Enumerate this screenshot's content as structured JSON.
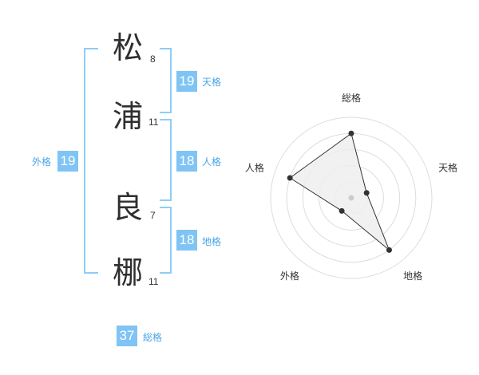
{
  "name": {
    "chars": [
      {
        "char": "松",
        "strokes": "8"
      },
      {
        "char": "浦",
        "strokes": "11"
      },
      {
        "char": "良",
        "strokes": "7"
      },
      {
        "char": "梛",
        "strokes": "11"
      }
    ]
  },
  "kaku": {
    "tenkaku": {
      "label": "天格",
      "value": "19"
    },
    "jinkaku": {
      "label": "人格",
      "value": "18"
    },
    "chikaku": {
      "label": "地格",
      "value": "18"
    },
    "gaikaku": {
      "label": "外格",
      "value": "19"
    },
    "soukaku": {
      "label": "総格",
      "value": "37"
    }
  },
  "chart_data": {
    "type": "radar",
    "axes": [
      "総格",
      "天格",
      "地格",
      "外格",
      "人格"
    ],
    "values": [
      4,
      1,
      4,
      1,
      4
    ],
    "rmax": 5,
    "rings": 5,
    "colors": {
      "fill": "#eeeeee",
      "line": "#333333",
      "ring": "#dddddd",
      "center": "#cccccc"
    }
  }
}
